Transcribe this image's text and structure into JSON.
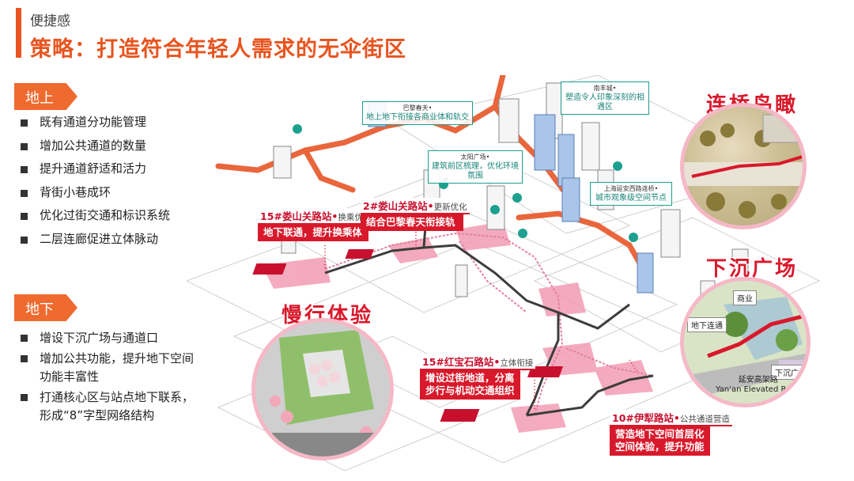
{
  "header": {
    "subtitle": "便捷感",
    "title": "策略：打造符合年轻人需求的无伞街区"
  },
  "above_ground": {
    "tag": "地上",
    "items": [
      "既有通道分功能管理",
      "增加公共通道的数量",
      "提升通道舒适和活力",
      "背街小巷成环",
      "优化过街交通和标识系统",
      "二层连廊促进立体脉动"
    ]
  },
  "underground": {
    "tag": "地下",
    "items": [
      "增设下沉广场与通道口",
      "增加公共功能，提升地下空间功能丰富性",
      "打通核心区与站点地下联系，形成“8”字型网络结构"
    ]
  },
  "stations": {
    "s15_lsg": {
      "title": "15#娄山关路站•",
      "sub": "换乘优化",
      "callout": "地下联通，提升换乘体"
    },
    "s2_lsg": {
      "title": "2#娄山关路站•",
      "sub": "更新优化",
      "callout": "结合巴黎春天衔接轨"
    },
    "s15_hbs": {
      "title": "15#红宝石路站•",
      "sub": "立体衔接",
      "callout_line1": "增设过街地道，分离",
      "callout_line2": "步行与机动交通组织"
    },
    "s10_yl": {
      "title": "10#伊犁路站•",
      "sub": "公共通道营造",
      "callout_line1": "营造地下空间首层化",
      "callout_line2": "空间体验，提升功能"
    }
  },
  "teal_labels": {
    "bali_small": "巴黎春天•",
    "bali": "地上地下衔接各商业体和轨交",
    "nanfeng_small": "南丰城•",
    "nanfeng": "塑造令人印象深刻的相遇区",
    "sun_small": "太阳广场•",
    "sun": "建筑前区梳理，优化环境氛围",
    "yanan_small": "上海延安西路连桥•",
    "yanan": "城市观象级空间节点"
  },
  "callouts_big": {
    "bridge_view": "连桥鸟瞰",
    "sunken_plaza": "下沉广场",
    "slow_walk": "慢行体验"
  },
  "inset_labels": {
    "commerce": "商业",
    "underground_link": "地下连通",
    "sunken_plaza": "下沉广场",
    "road_cn": "延安高架路",
    "road_en": "Yan'an Elevated Road"
  },
  "colors": {
    "accent": "#e8541f",
    "station_red": "#d8192b",
    "teal": "#1ca08f",
    "pink_zone": "#f29cb5",
    "route_orange": "#e85a2c"
  }
}
